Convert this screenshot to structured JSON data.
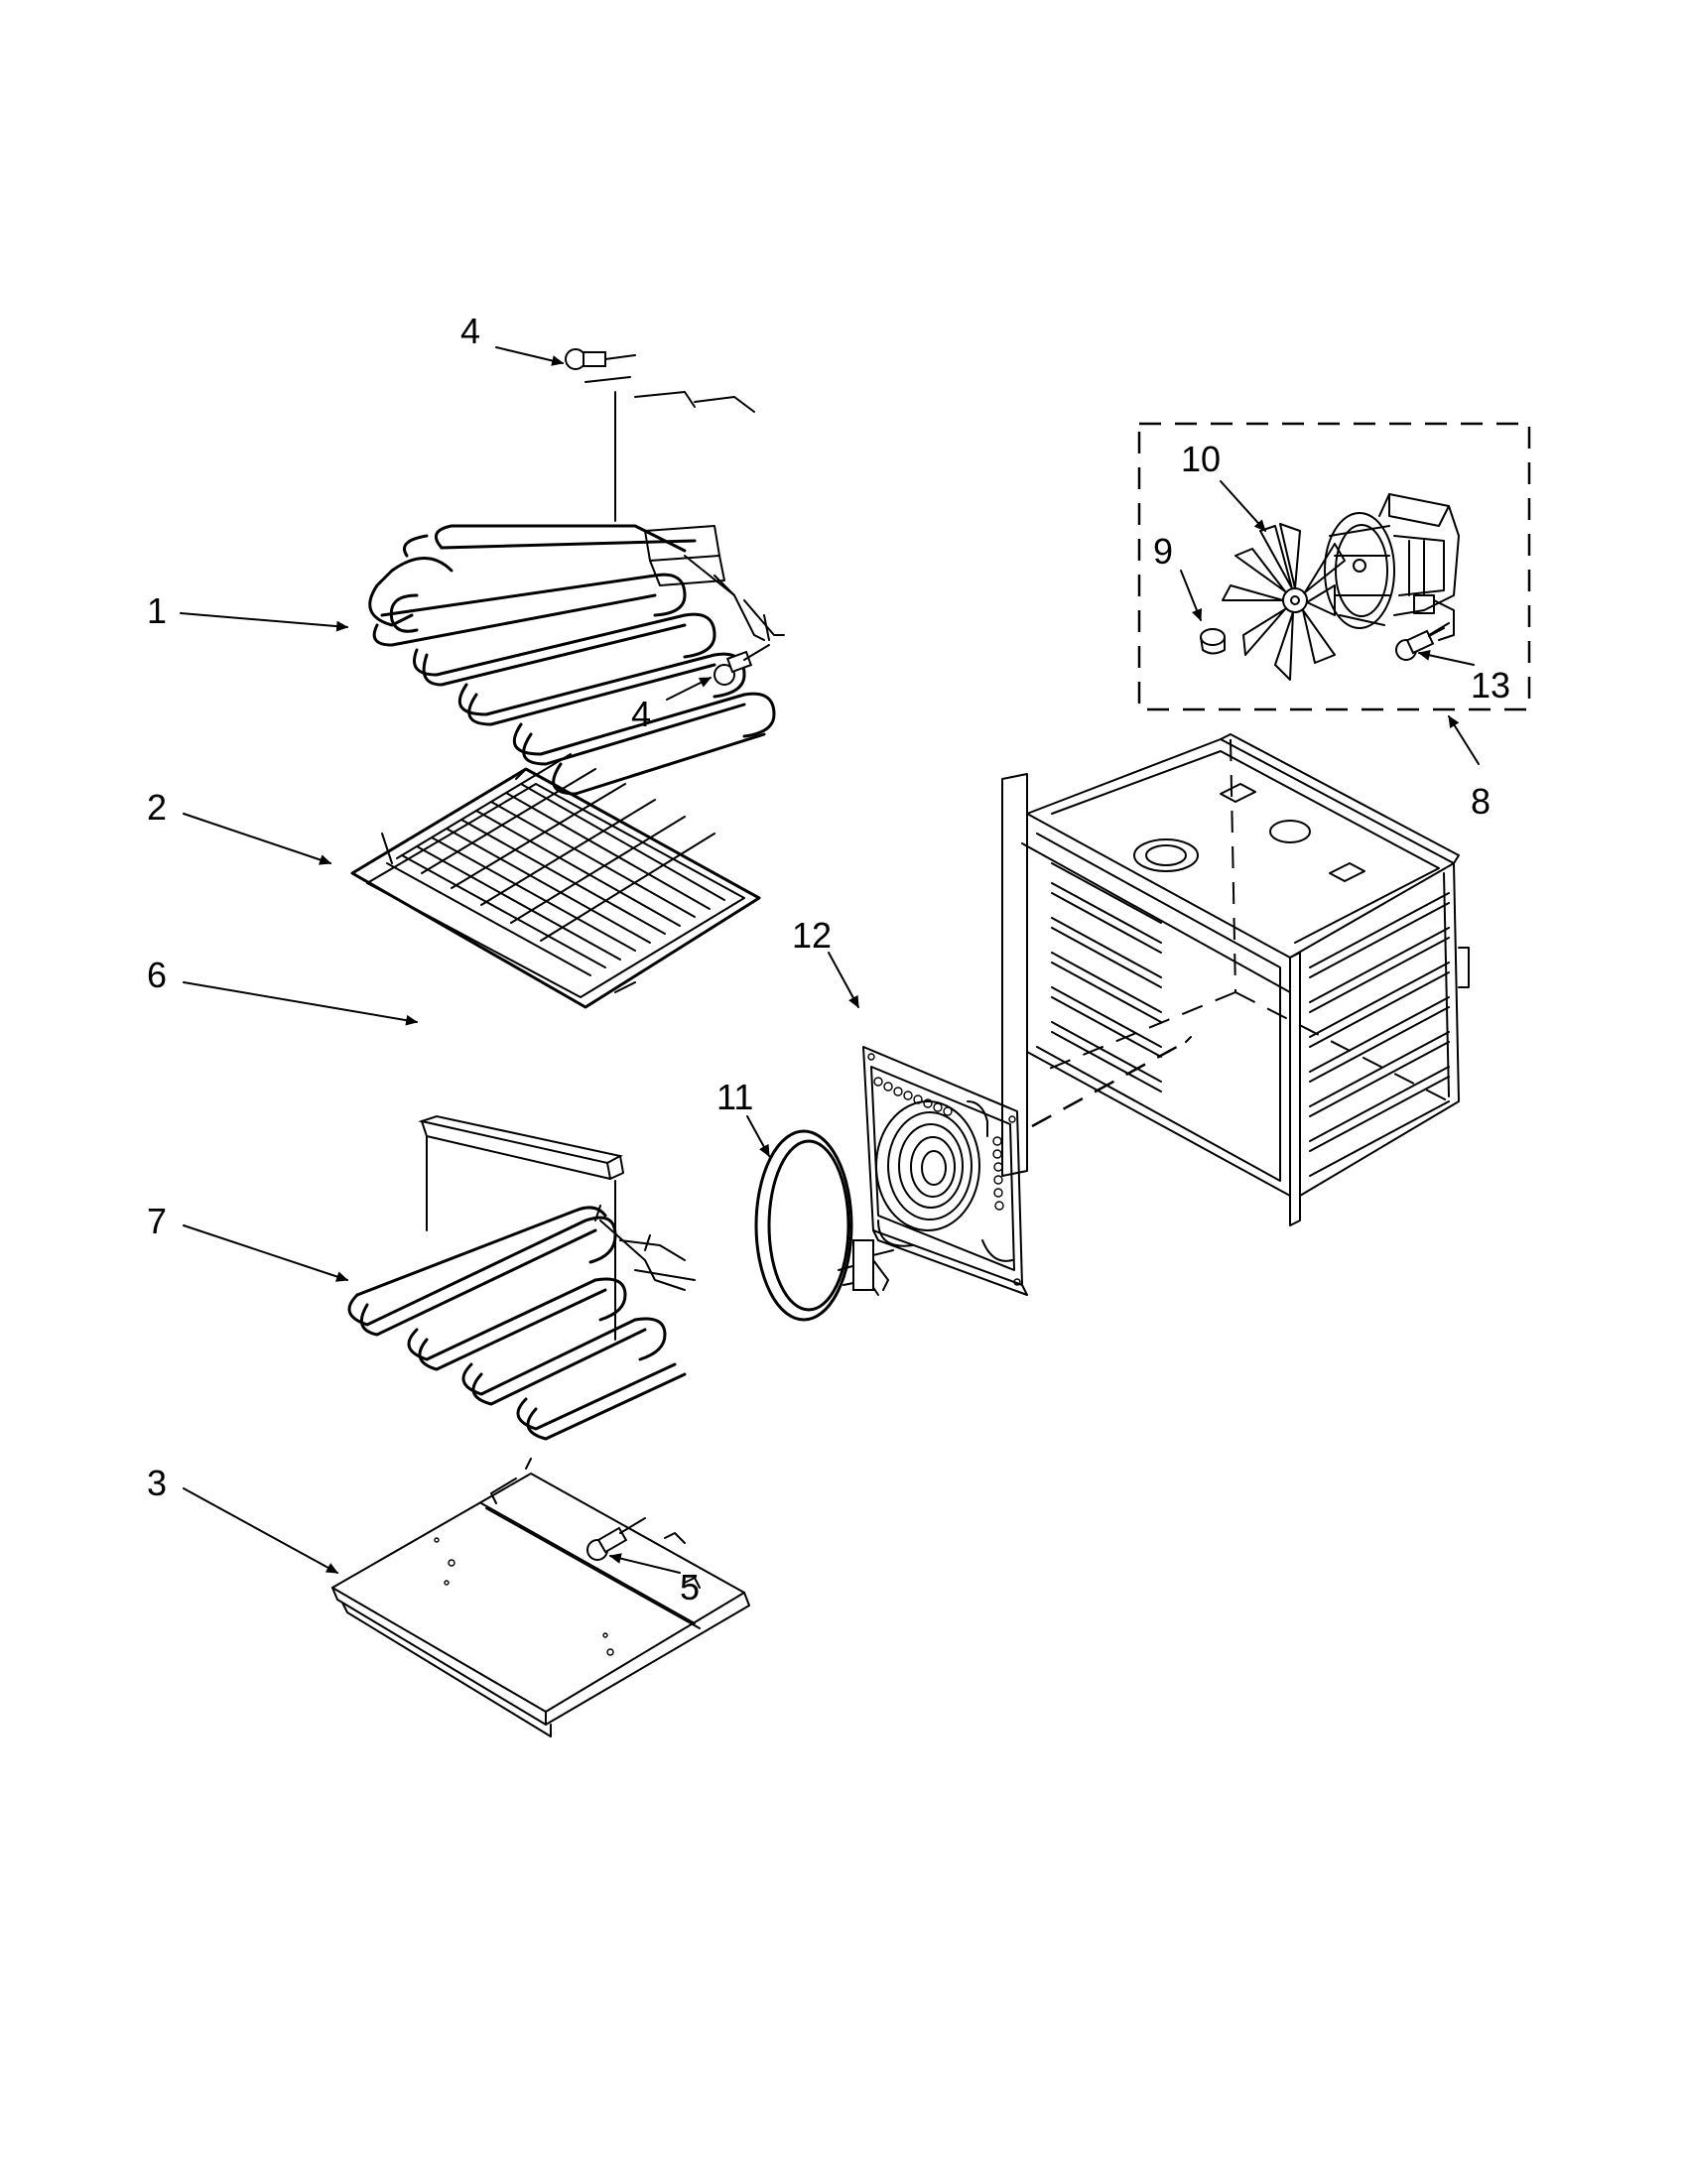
{
  "callouts": [
    {
      "id": "4a",
      "label": "4"
    },
    {
      "id": "1",
      "label": "1"
    },
    {
      "id": "4b",
      "label": "4"
    },
    {
      "id": "2",
      "label": "2"
    },
    {
      "id": "6",
      "label": "6"
    },
    {
      "id": "7",
      "label": "7"
    },
    {
      "id": "3",
      "label": "3"
    },
    {
      "id": "5",
      "label": "5"
    },
    {
      "id": "10",
      "label": "10"
    },
    {
      "id": "9",
      "label": "9"
    },
    {
      "id": "13",
      "label": "13"
    },
    {
      "id": "8",
      "label": "8"
    },
    {
      "id": "12",
      "label": "12"
    },
    {
      "id": "11",
      "label": "11"
    }
  ]
}
